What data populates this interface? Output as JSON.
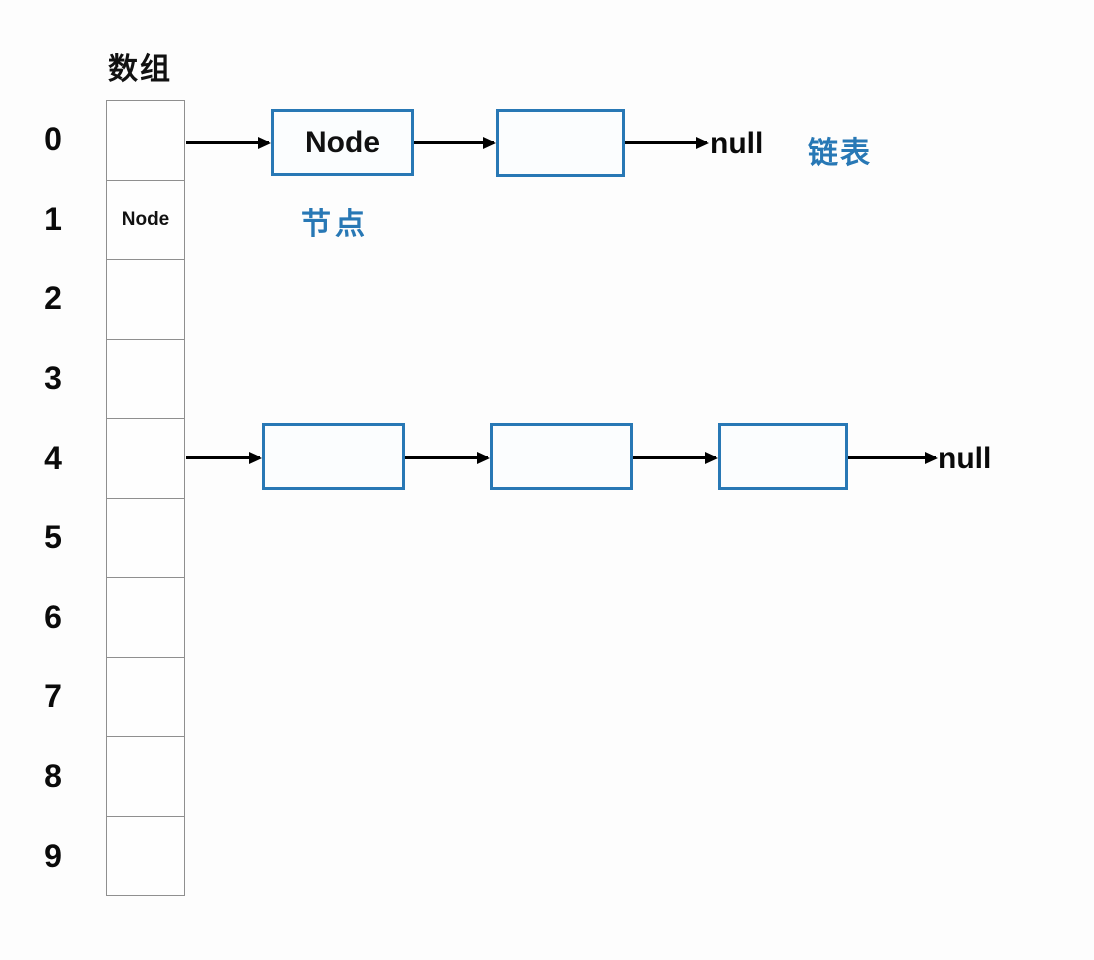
{
  "diagram": {
    "array_title": "数组",
    "array_indices": [
      "0",
      "1",
      "2",
      "3",
      "4",
      "5",
      "6",
      "7",
      "8",
      "9"
    ],
    "array_cells": [
      "",
      "Node",
      "",
      "",
      "",
      "",
      "",
      "",
      "",
      ""
    ],
    "row0": {
      "node_box_label": "Node",
      "second_box_label": "",
      "null_label": "null",
      "list_annotation": "链表",
      "node_annotation": "节点"
    },
    "row4": {
      "box1_label": "",
      "box2_label": "",
      "box3_label": "",
      "null_label": "null"
    },
    "colors": {
      "accent_blue": "#2878b5",
      "arrow_black": "#000000",
      "grid_gray": "#8f8f8f",
      "background": "#fdfdfd"
    }
  }
}
